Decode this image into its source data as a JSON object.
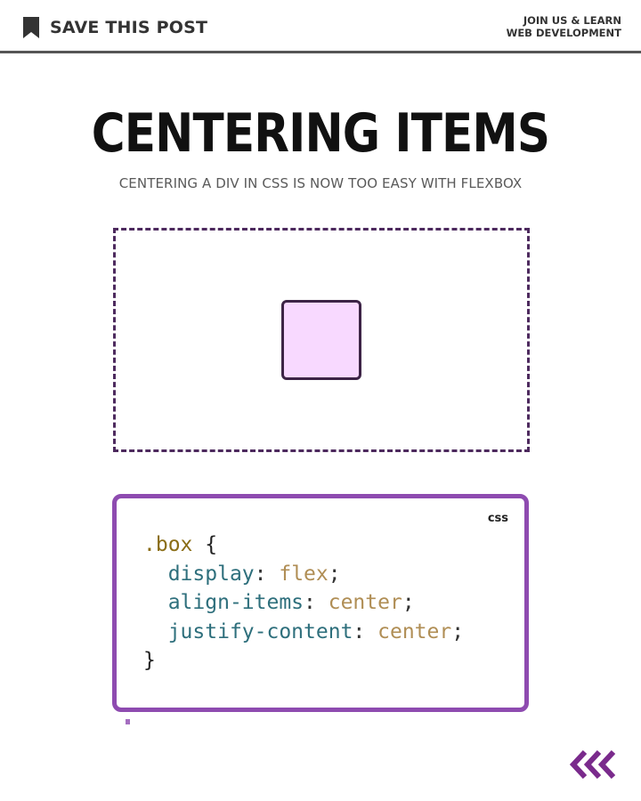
{
  "header": {
    "save_label": "SAVE THIS POST",
    "join_line1": "JOIN US & LEARN",
    "join_line2": "WEB DEVELOPMENT"
  },
  "main": {
    "title": "CENTERING ITEMS",
    "subtitle": "CENTERING A DIV IN CSS IS NOW TOO EASY WITH FLEXBOX"
  },
  "code_card": {
    "language": "css",
    "lines": {
      "selector": ".box",
      "open_brace": " {",
      "prop1": "display",
      "val1": "flex",
      "prop2": "align-items",
      "val2": "center",
      "prop3": "justify-content",
      "val3": "center",
      "close_brace": "}"
    }
  },
  "icons": {
    "bookmark": "bookmark-icon",
    "chevrons": "chevrons-left-icon"
  },
  "colors": {
    "accent": "#8e4bb0",
    "frame": "#4d2a5e",
    "box_fill": "#f8d9ff",
    "box_border": "#3d2446",
    "selector": "#8a6d16",
    "property": "#2e6f7c",
    "value": "#b08e55"
  }
}
